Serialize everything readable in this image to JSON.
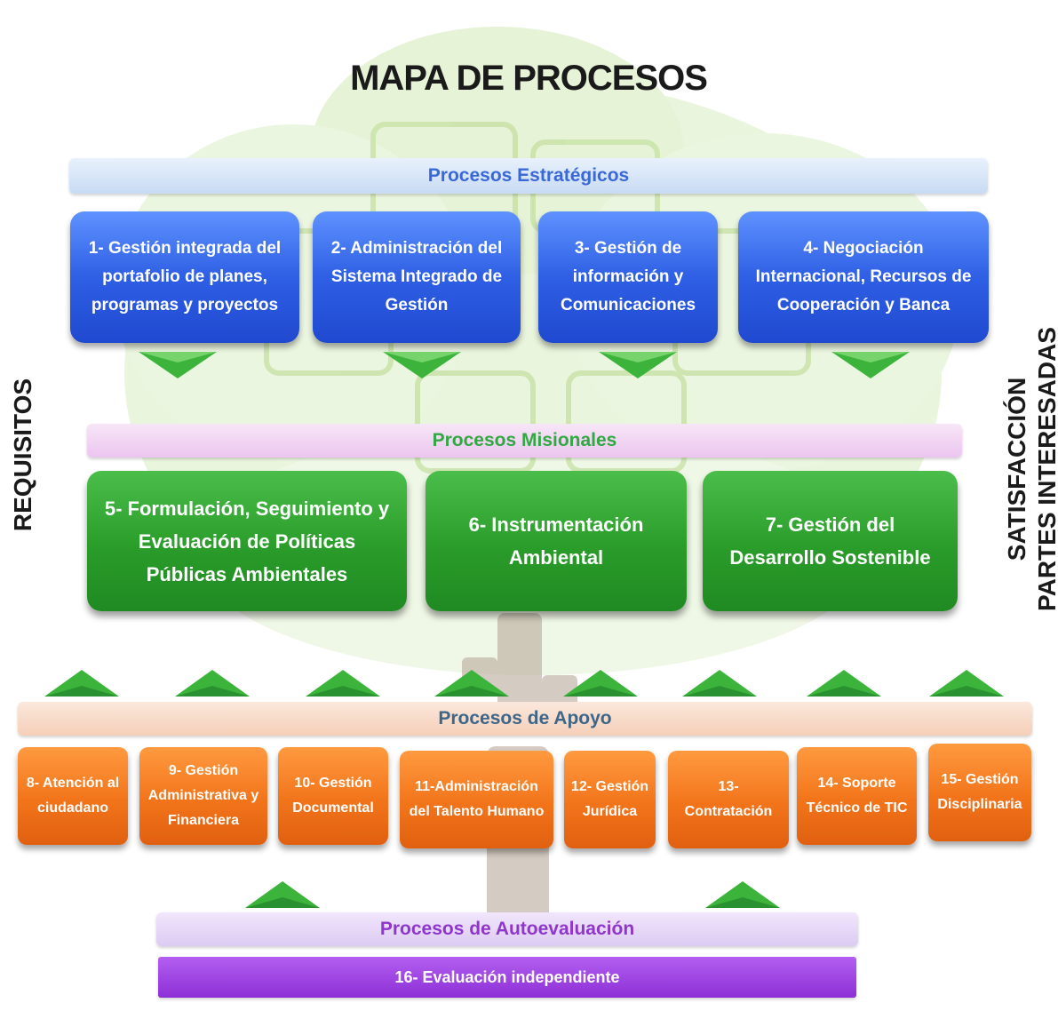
{
  "title": "MAPA DE PROCESOS",
  "side_left": "REQUISITOS",
  "side_right": [
    "SATISFACCIÓN",
    "PARTES INTERESADAS"
  ],
  "bands": {
    "estrategicos": "Procesos Estratégicos",
    "misionales": "Procesos Misionales",
    "apoyo": "Procesos de Apoyo",
    "autoevaluacion": "Procesos de Autoevaluación"
  },
  "estrategicos": [
    "1-  Gestión integrada del portafolio de planes, programas y proyectos",
    "2-  Administración del Sistema Integrado de Gestión",
    "3-  Gestión de información  y Comunicaciones",
    "4-  Negociación Internacional, Recursos de Cooperación  y Banca"
  ],
  "misionales": [
    "5-  Formulación, Seguimiento y Evaluación de Políticas Públicas Ambientales",
    "6-  Instrumentación Ambiental",
    "7-  Gestión del Desarrollo Sostenible"
  ],
  "apoyo": [
    "8- Atención al ciudadano",
    "9- Gestión Administrativa y Financiera",
    "10- Gestión Documental",
    "11-Administración del Talento Humano",
    "12- Gestión Jurídica",
    "13- Contratación",
    "14- Soporte Técnico de TIC",
    "15- Gestión Disciplinaria"
  ],
  "autoevaluacion": "16-  Evaluación independiente",
  "colors": {
    "estrategicos": "#2e5fe4",
    "misionales": "#2a9c2a",
    "apoyo": "#f2741a",
    "autoevaluacion": "#8d2fd6",
    "arrow": "#3cb43c"
  }
}
